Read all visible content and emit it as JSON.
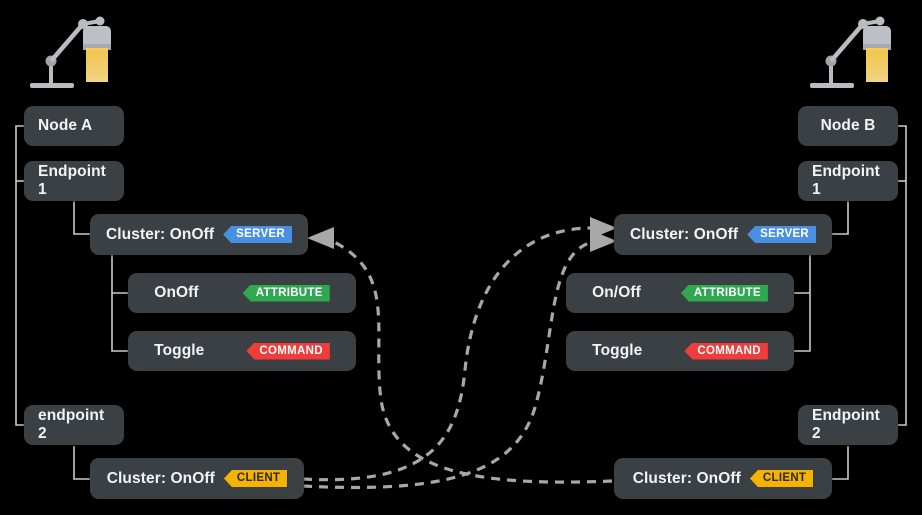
{
  "diagram": {
    "background": "#000000",
    "box_color": "#3b4045",
    "edge_color": "#c9c9c9",
    "arrow_color": "#a6a6a6"
  },
  "badge_colors": {
    "server": "#4a90e2",
    "client": "#f5b301",
    "attribute": "#2fa84f",
    "command": "#ee3d3b"
  },
  "left": {
    "icon": "desk-lamp-icon",
    "node": {
      "label": "Node A"
    },
    "endpoint1": {
      "label": "Endpoint 1"
    },
    "cluster_server": {
      "label": "Cluster: OnOff",
      "badge": "SERVER"
    },
    "attribute": {
      "label": "OnOff",
      "badge": "ATTRIBUTE"
    },
    "command": {
      "label": "Toggle",
      "badge": "COMMAND"
    },
    "endpoint2": {
      "label": "endpoint 2"
    },
    "cluster_client": {
      "label": "Cluster: OnOff",
      "badge": "CLIENT"
    }
  },
  "right": {
    "icon": "desk-lamp-icon",
    "node": {
      "label": "Node B"
    },
    "endpoint1": {
      "label": "Endpoint 1"
    },
    "cluster_server": {
      "label": "Cluster: OnOff",
      "badge": "SERVER"
    },
    "attribute": {
      "label": "On/Off",
      "badge": "ATTRIBUTE"
    },
    "command": {
      "label": "Toggle",
      "badge": "COMMAND"
    },
    "endpoint2": {
      "label": "Endpoint 2"
    },
    "cluster_client": {
      "label": "Cluster: OnOff",
      "badge": "CLIENT"
    }
  }
}
